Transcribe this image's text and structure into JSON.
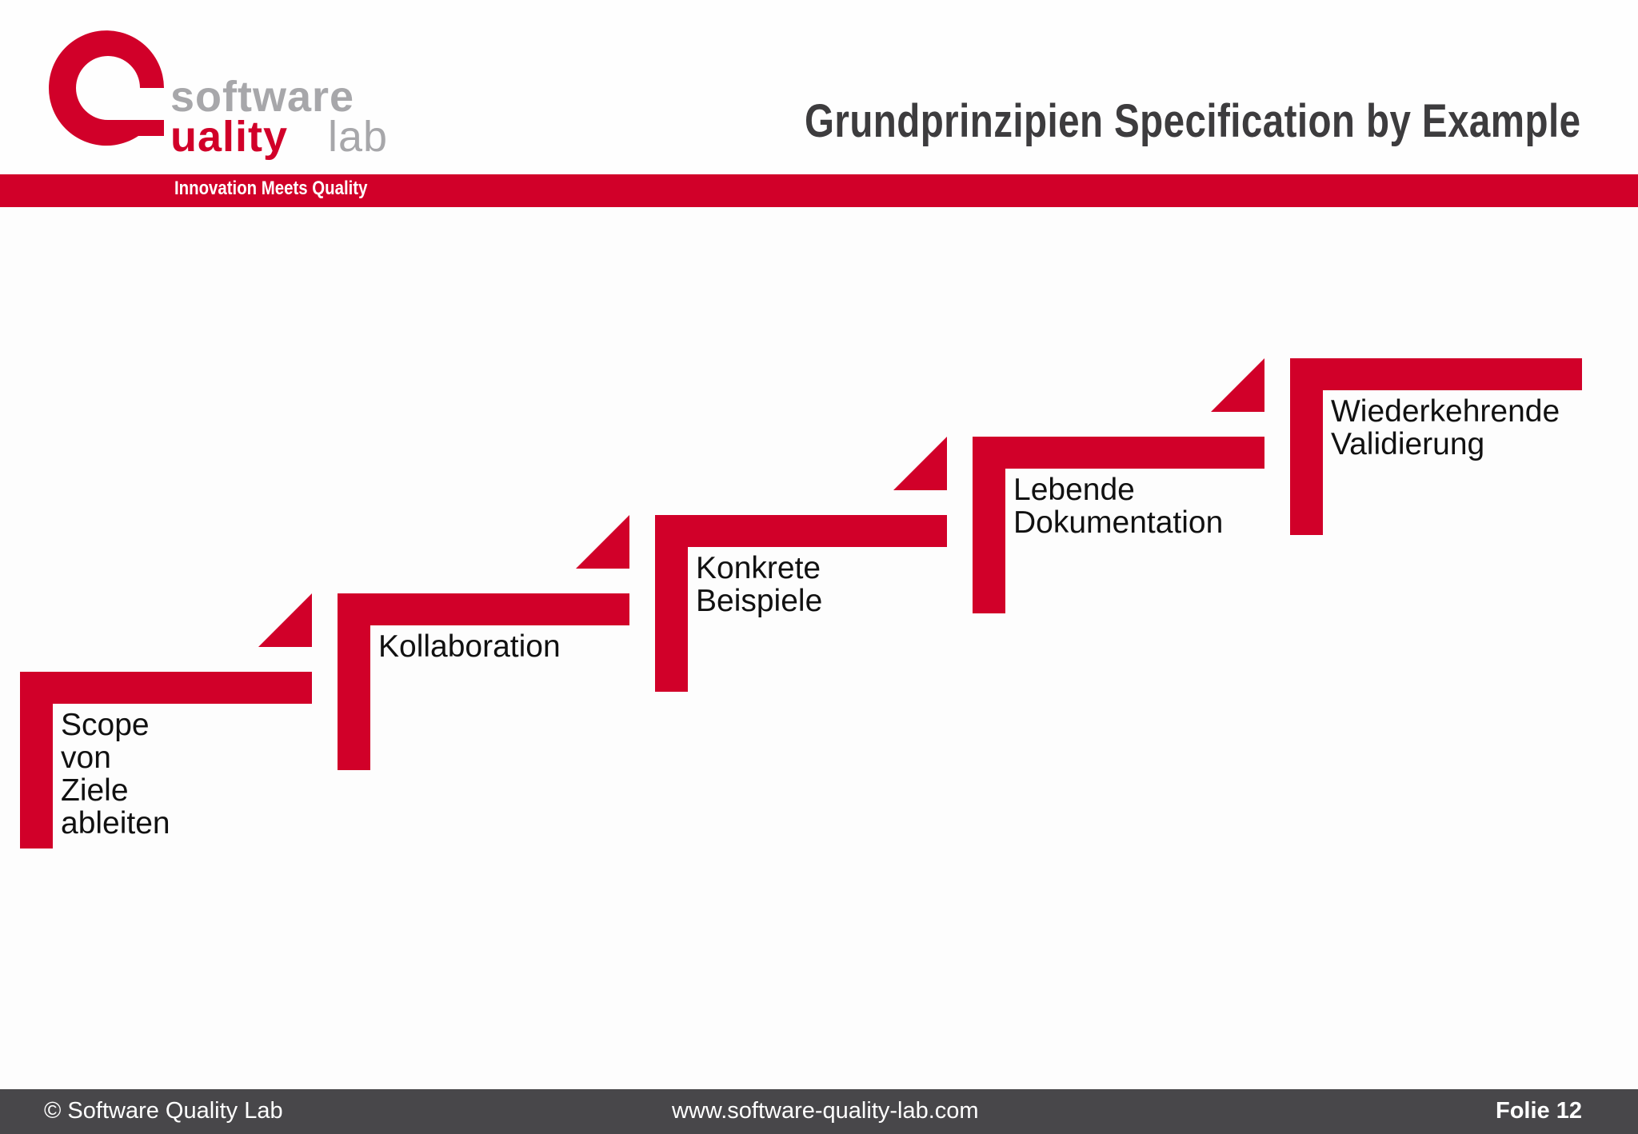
{
  "colors": {
    "brand_red": "#d10029",
    "brand_grey": "#a7a7aa",
    "title_dark": "#3d3c3e",
    "footer_bg": "#48474a"
  },
  "header": {
    "logo": {
      "line1": "software",
      "line2_accent": "uality",
      "line2_rest": "lab"
    },
    "tagline": "Innovation Meets Quality",
    "title": "Grundprinzipien Specification by Example"
  },
  "steps": [
    {
      "label": "Scope von Ziele\nableiten"
    },
    {
      "label": "Kollaboration"
    },
    {
      "label": "Konkrete\nBeispiele"
    },
    {
      "label": "Lebende\nDokumentation"
    },
    {
      "label": "Wiederkehrende\nValidierung"
    }
  ],
  "footer": {
    "copyright": "© Software Quality Lab",
    "url": "www.software-quality-lab.com",
    "slide": "Folie 12"
  }
}
